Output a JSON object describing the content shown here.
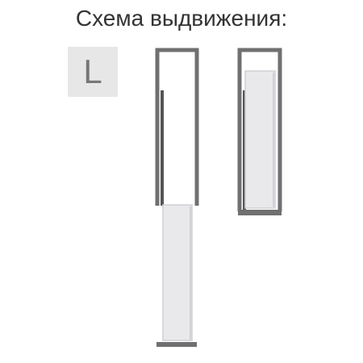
{
  "header": {
    "title": "Схема выдвижения:"
  },
  "badge": {
    "letter": "L"
  },
  "colors": {
    "frame": "#707070",
    "frame_dark": "#555555",
    "insert_fill": "#e9e9ec",
    "insert_border": "#d0d0d4",
    "badge_bg": "#e7e7e7",
    "text": "#333333"
  },
  "diagram": {
    "items": [
      {
        "id": "extended",
        "state": "extended"
      },
      {
        "id": "retracted",
        "state": "retracted"
      }
    ]
  }
}
